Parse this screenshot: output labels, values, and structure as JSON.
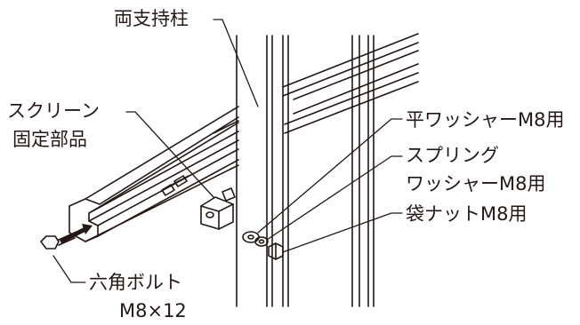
{
  "labels": {
    "post": "両支持柱",
    "screen_part_line1": "スクリーン",
    "screen_part_line2": "固定部品",
    "flat_washer": "平ワッシャーM8用",
    "spring_washer_line1": "スプリング",
    "spring_washer_line2": "ワッシャーM8用",
    "cap_nut": "袋ナットM8用",
    "hex_bolt_line1": "六角ボルト",
    "hex_bolt_line2": "M8×12"
  },
  "colors": {
    "line": "#231815",
    "background": "#ffffff"
  }
}
